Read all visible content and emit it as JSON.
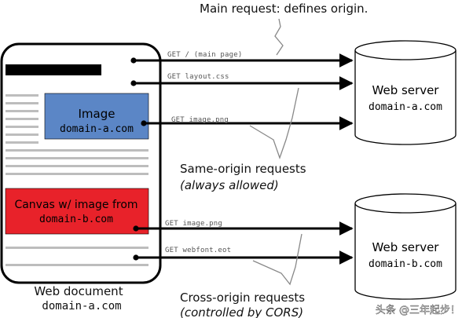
{
  "annotations": {
    "main_request": "Main request: defines origin.",
    "same_origin_line1": "Same-origin requests",
    "same_origin_line2": "(always allowed)",
    "cross_origin_line1": "Cross-origin requests",
    "cross_origin_line2": "(controlled by CORS)"
  },
  "requests": {
    "main_page": "GET /  (main page)",
    "layout_css": "GET layout.css",
    "image_png": "GET image.png",
    "image_cross_png": "GET image.png",
    "webfont": "GET webfont.eot"
  },
  "document": {
    "image_label": "Image",
    "image_domain": "domain-a.com",
    "canvas_label": "Canvas w/ image from",
    "canvas_domain": "domain-b.com",
    "caption": "Web document",
    "caption_domain": "domain-a.com"
  },
  "servers": [
    {
      "label": "Web server",
      "domain": "domain-a.com"
    },
    {
      "label": "Web server",
      "domain": "domain-b.com"
    }
  ],
  "watermark": "头条 @三年起步！",
  "colors": {
    "image_box": "#5b86c6",
    "canvas_box": "#e8222a",
    "ink": "#000000",
    "gray_lines": "#bdbdbd"
  }
}
